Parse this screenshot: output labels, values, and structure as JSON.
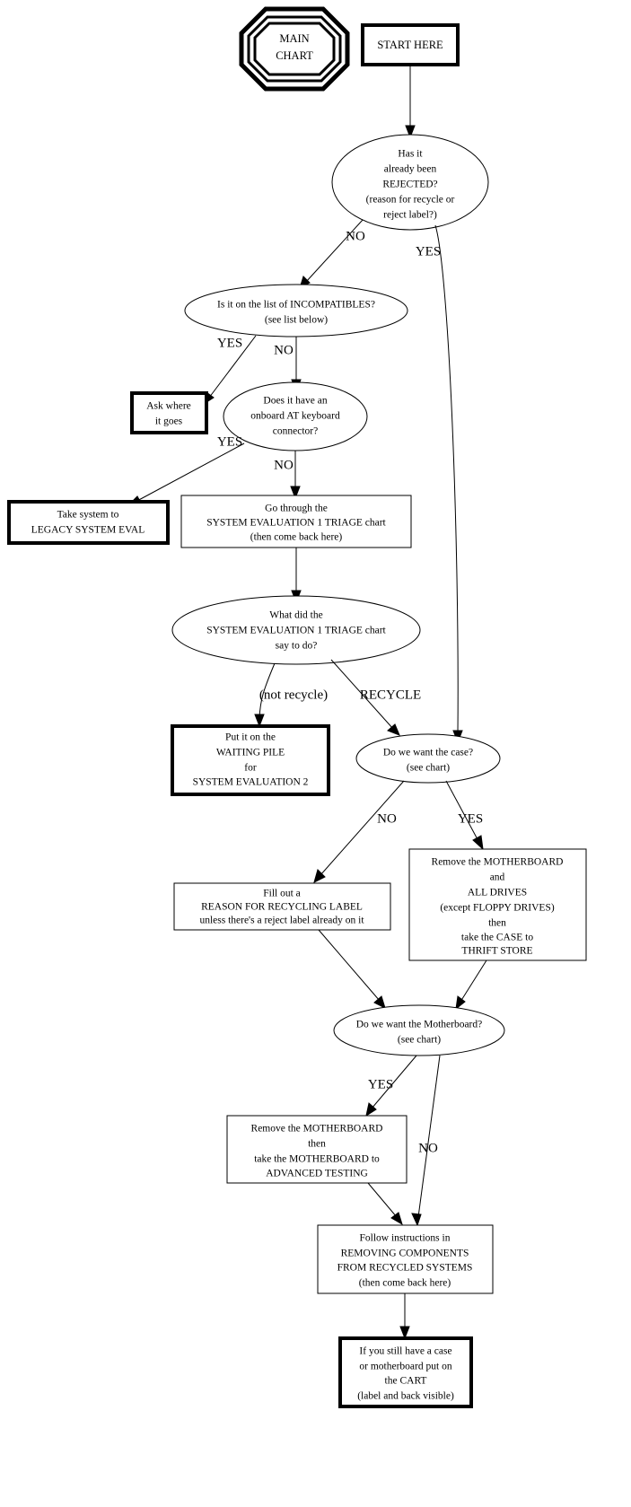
{
  "title_badge": {
    "line1": "MAIN",
    "line2": "CHART"
  },
  "nodes": {
    "start": {
      "lines": [
        "START HERE"
      ]
    },
    "rejected": {
      "lines": [
        "Has it",
        "already been",
        "REJECTED?",
        "(reason for recycle or",
        "reject label?)"
      ]
    },
    "incompatibles": {
      "lines": [
        "Is it on the list of INCOMPATIBLES?",
        "(see list below)"
      ]
    },
    "ask_where": {
      "lines": [
        "Ask where",
        "it goes"
      ]
    },
    "at_keyboard": {
      "lines": [
        "Does it have an",
        "onboard AT keyboard",
        "connector?"
      ]
    },
    "legacy_eval": {
      "lines": [
        "Take system to",
        "LEGACY SYSTEM EVAL"
      ]
    },
    "go_triage": {
      "lines": [
        "Go through the",
        "SYSTEM EVALUATION 1 TRIAGE chart",
        "(then come back here)"
      ]
    },
    "what_did_triage": {
      "lines": [
        "What did the",
        "SYSTEM EVALUATION 1 TRIAGE chart",
        "say to do?"
      ]
    },
    "waiting_pile": {
      "lines": [
        "Put it on the",
        "WAITING PILE",
        "for",
        "SYSTEM EVALUATION 2"
      ]
    },
    "want_case": {
      "lines": [
        "Do we want the case?",
        "(see chart)"
      ]
    },
    "recycling_label": {
      "lines": [
        "Fill out a",
        "REASON FOR RECYCLING LABEL",
        "unless there's a reject label already on it"
      ]
    },
    "remove_mb_case": {
      "lines": [
        "Remove the MOTHERBOARD",
        "and",
        "ALL DRIVES",
        "(except FLOPPY DRIVES)",
        "then",
        "take the CASE to",
        "THRIFT STORE"
      ]
    },
    "want_motherboard": {
      "lines": [
        "Do we want the Motherboard?",
        "(see chart)"
      ]
    },
    "remove_mb_adv": {
      "lines": [
        "Remove the MOTHERBOARD",
        "then",
        "take the MOTHERBOARD to",
        "ADVANCED TESTING"
      ]
    },
    "removing_components": {
      "lines": [
        "Follow instructions in",
        "REMOVING COMPONENTS",
        "FROM RECYCLED SYSTEMS",
        "(then come back here)"
      ]
    },
    "cart": {
      "lines": [
        "If you still have a case",
        "or motherboard put on",
        "the CART",
        "(label and back visible)"
      ]
    }
  },
  "edge_labels": {
    "rejected_no": "NO",
    "rejected_yes": "YES",
    "incompat_yes": "YES",
    "incompat_no": "NO",
    "at_yes": "YES",
    "at_no": "NO",
    "triage_not_recycle": "(not recycle)",
    "triage_recycle": "RECYCLE",
    "case_no": "NO",
    "case_yes": "YES",
    "mb_yes": "YES",
    "mb_no": "NO"
  },
  "colors": {
    "stroke": "#000000",
    "fill": "#ffffff",
    "background": "#ffffff"
  }
}
